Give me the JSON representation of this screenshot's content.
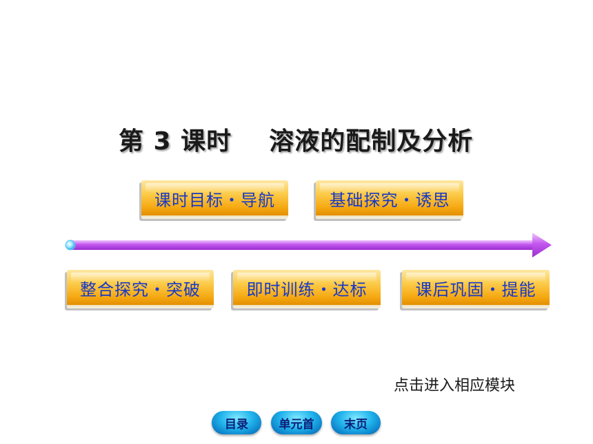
{
  "title": "第 3 课时    溶液的配制及分析",
  "modules": {
    "objectives": "课时目标・导航",
    "basic_explore": "基础探究・诱思",
    "integrated_explore": "整合探究・突破",
    "practice": "即时训练・达标",
    "review": "课后巩固・提能"
  },
  "hint": "点击进入相应模块",
  "nav": {
    "contents": "目录",
    "unit_home": "单元首",
    "last_page": "末页"
  },
  "colors": {
    "module_text": "#1738c8",
    "module_fill": "#fccd4d",
    "arrow_fill": "#c356ee",
    "nav_fill": "#22b4ec"
  },
  "icons": {
    "timeline": "purple-arrow-icon"
  }
}
